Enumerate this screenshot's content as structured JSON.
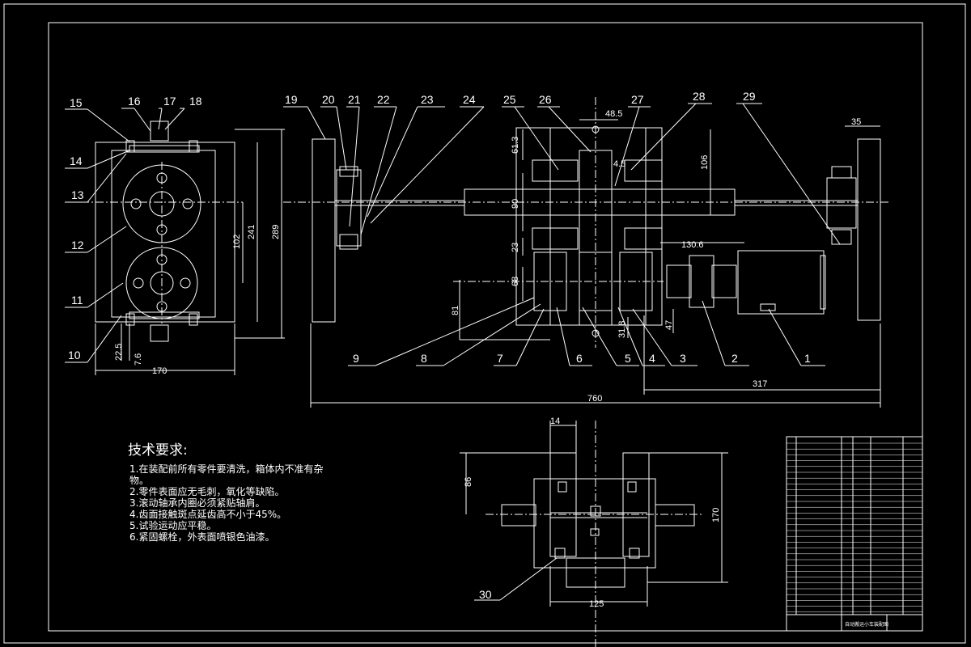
{
  "drawing": {
    "part_numbers": [
      "1",
      "2",
      "3",
      "4",
      "5",
      "6",
      "7",
      "8",
      "9",
      "10",
      "11",
      "12",
      "13",
      "14",
      "15",
      "16",
      "17",
      "18",
      "19",
      "20",
      "21",
      "22",
      "23",
      "24",
      "25",
      "26",
      "27",
      "28",
      "29",
      "30"
    ],
    "dimensions": {
      "d_170_left": "170",
      "d_289": "289",
      "d_241": "241",
      "d_102": "102",
      "d_22_5": "22.5",
      "d_7_6": "7.6",
      "d_48_5": "48.5",
      "d_35": "35",
      "d_61_3": "61.3",
      "d_106": "106",
      "d_90": "90",
      "d_23": "23",
      "d_68": "68",
      "d_81": "81",
      "d_130_6": "130.6",
      "d_31_8": "31.8",
      "d_47": "47",
      "d_317": "317",
      "d_760": "760",
      "d_14": "14",
      "d_86": "86",
      "d_170_bottom": "170",
      "d_125": "125",
      "d_4_5": "4.5"
    },
    "tech_requirements": {
      "title": "技术要求:",
      "items": [
        "1.在装配前所有零件要清洗，箱体内不准有杂",
        "物。",
        "2.零件表面应无毛刺，氧化等缺陷。",
        "3.滚动轴承内圈必须紧贴轴肩。",
        "4.齿面接触斑点延齿高不小于45%。",
        "5.试验运动应平稳。",
        "6.紧固螺栓，外表面喷银色油漆。"
      ]
    },
    "title_block": {
      "drawing_title": "自动搬运小车装配图"
    }
  }
}
